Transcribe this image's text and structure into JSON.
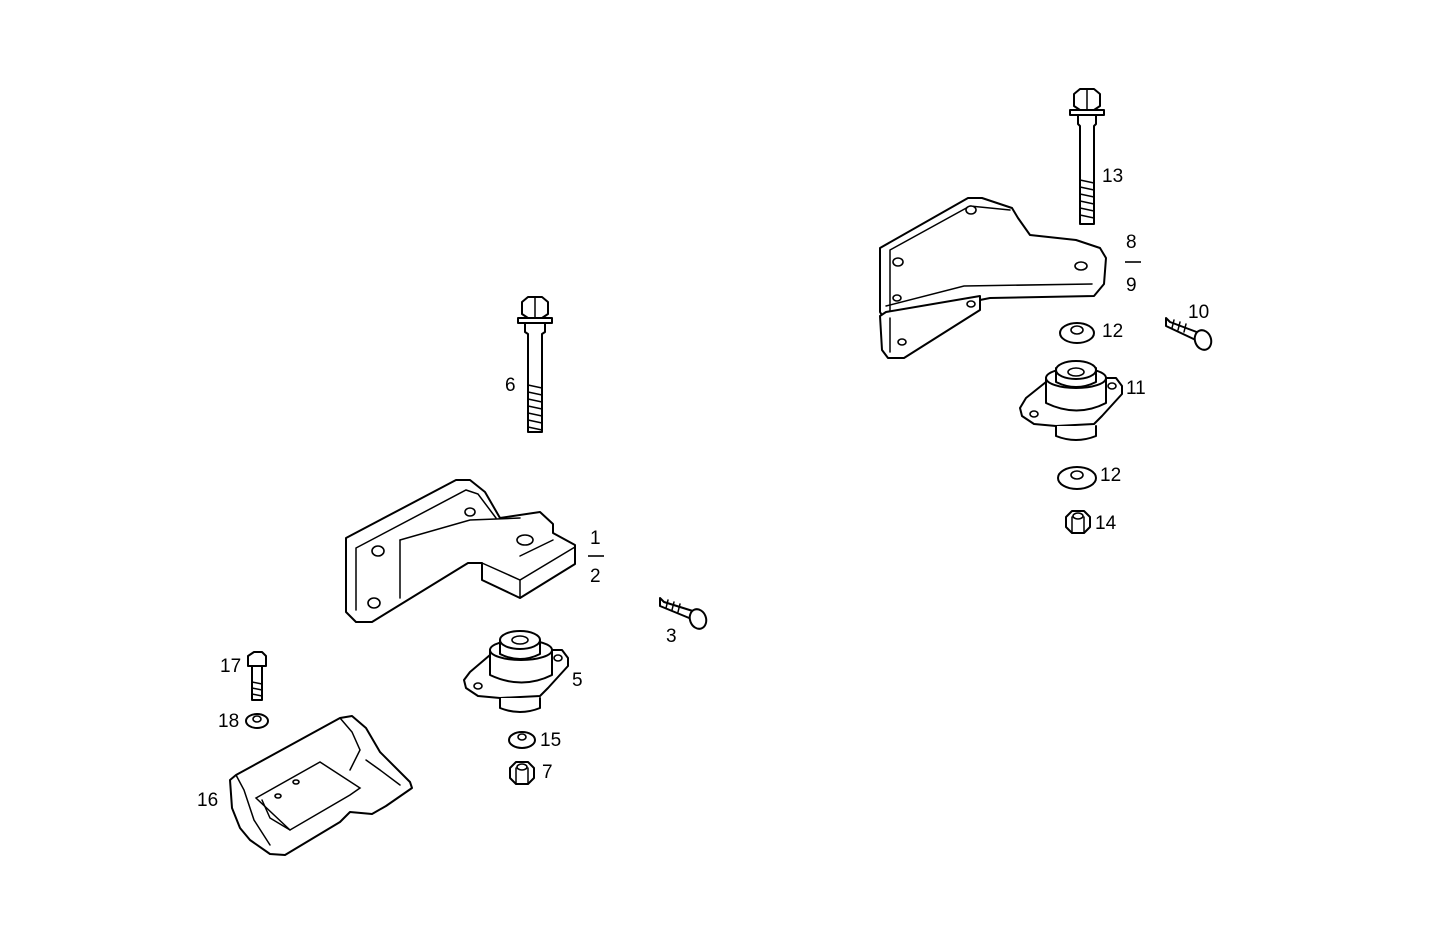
{
  "callouts": {
    "p1": "1",
    "p2": "2",
    "p3": "3",
    "p5": "5",
    "p6": "6",
    "p7": "7",
    "p8": "8",
    "p9": "9",
    "p10": "10",
    "p11": "11",
    "p12a": "12",
    "p12b": "12",
    "p13": "13",
    "p14": "14",
    "p15": "15",
    "p16": "16",
    "p17": "17",
    "p18": "18"
  },
  "colors": {
    "line": "#000000",
    "background": "#ffffff"
  }
}
